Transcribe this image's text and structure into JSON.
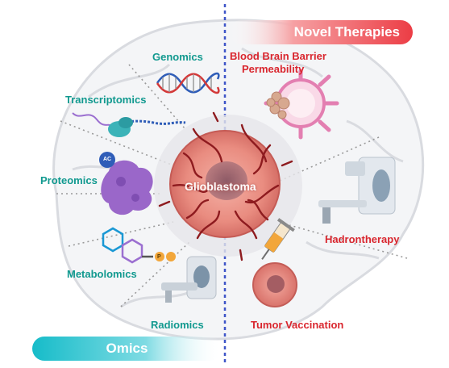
{
  "center": {
    "label": "Glioblastoma"
  },
  "omics": {
    "banner": "Omics",
    "items": {
      "genomics": "Genomics",
      "transcriptomics": "Transcriptomics",
      "proteomics": "Proteomics",
      "metabolomics": "Metabolomics",
      "radiomics": "Radiomics"
    },
    "acetyl_badge": "AC",
    "phosphate_badge": "P"
  },
  "therapies": {
    "banner": "Novel Therapies",
    "items": {
      "bbb_line1": "Blood Brain Barrier",
      "bbb_line2": "Permeability",
      "hadrontherapy": "Hadrontherapy",
      "vaccination": "Tumor Vaccination"
    }
  },
  "colors": {
    "omics_text": "#11998f",
    "therapy_text": "#d9262e",
    "omics_banner": "#1cc2cf",
    "therapy_banner": "#ef4a50",
    "tumor": "#e8897f",
    "vessels": "#8e1b1f",
    "divider": "#3e55c8"
  }
}
